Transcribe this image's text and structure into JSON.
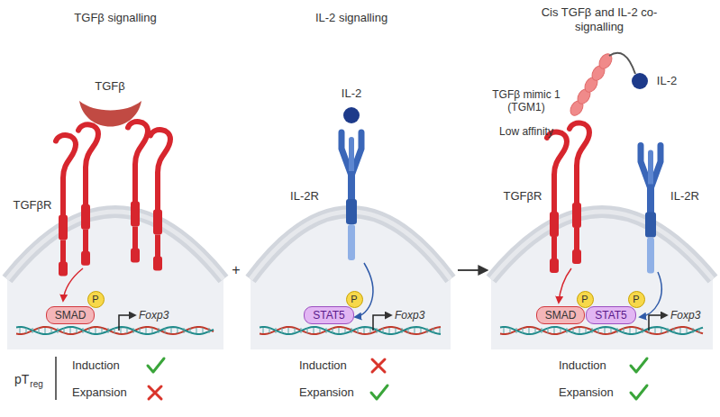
{
  "diagram": {
    "nodes": [
      {
        "text": [
          "SMAD"
        ]
      },
      {
        "text": [
          "P"
        ]
      },
      {
        "text": [
          "STAT5"
        ]
      },
      {
        "text": [
          "P"
        ]
      },
      {
        "text": [
          "SMAD"
        ]
      },
      {
        "text": [
          "P"
        ]
      },
      {
        "text": [
          "STAT5"
        ]
      },
      {
        "text": [
          "P"
        ]
      }
    ],
    "labels": [
      "TGFβ signalling",
      "IL-2 signalling",
      "Cis TGFβ and IL-2 co-signalling",
      "TGFβ",
      "TGFβR",
      "Foxp3",
      "+",
      "IL-2",
      "IL-2R",
      "Foxp3",
      "TGFβ mimic 1 (TGM1)",
      "Low affinity",
      "IL-2",
      "TGFβR",
      "IL-2R",
      "Foxp3",
      "pT",
      "reg",
      "Induction",
      "Expansion",
      "Induction",
      "Expansion",
      "Induction",
      "Expansion"
    ]
  }
}
